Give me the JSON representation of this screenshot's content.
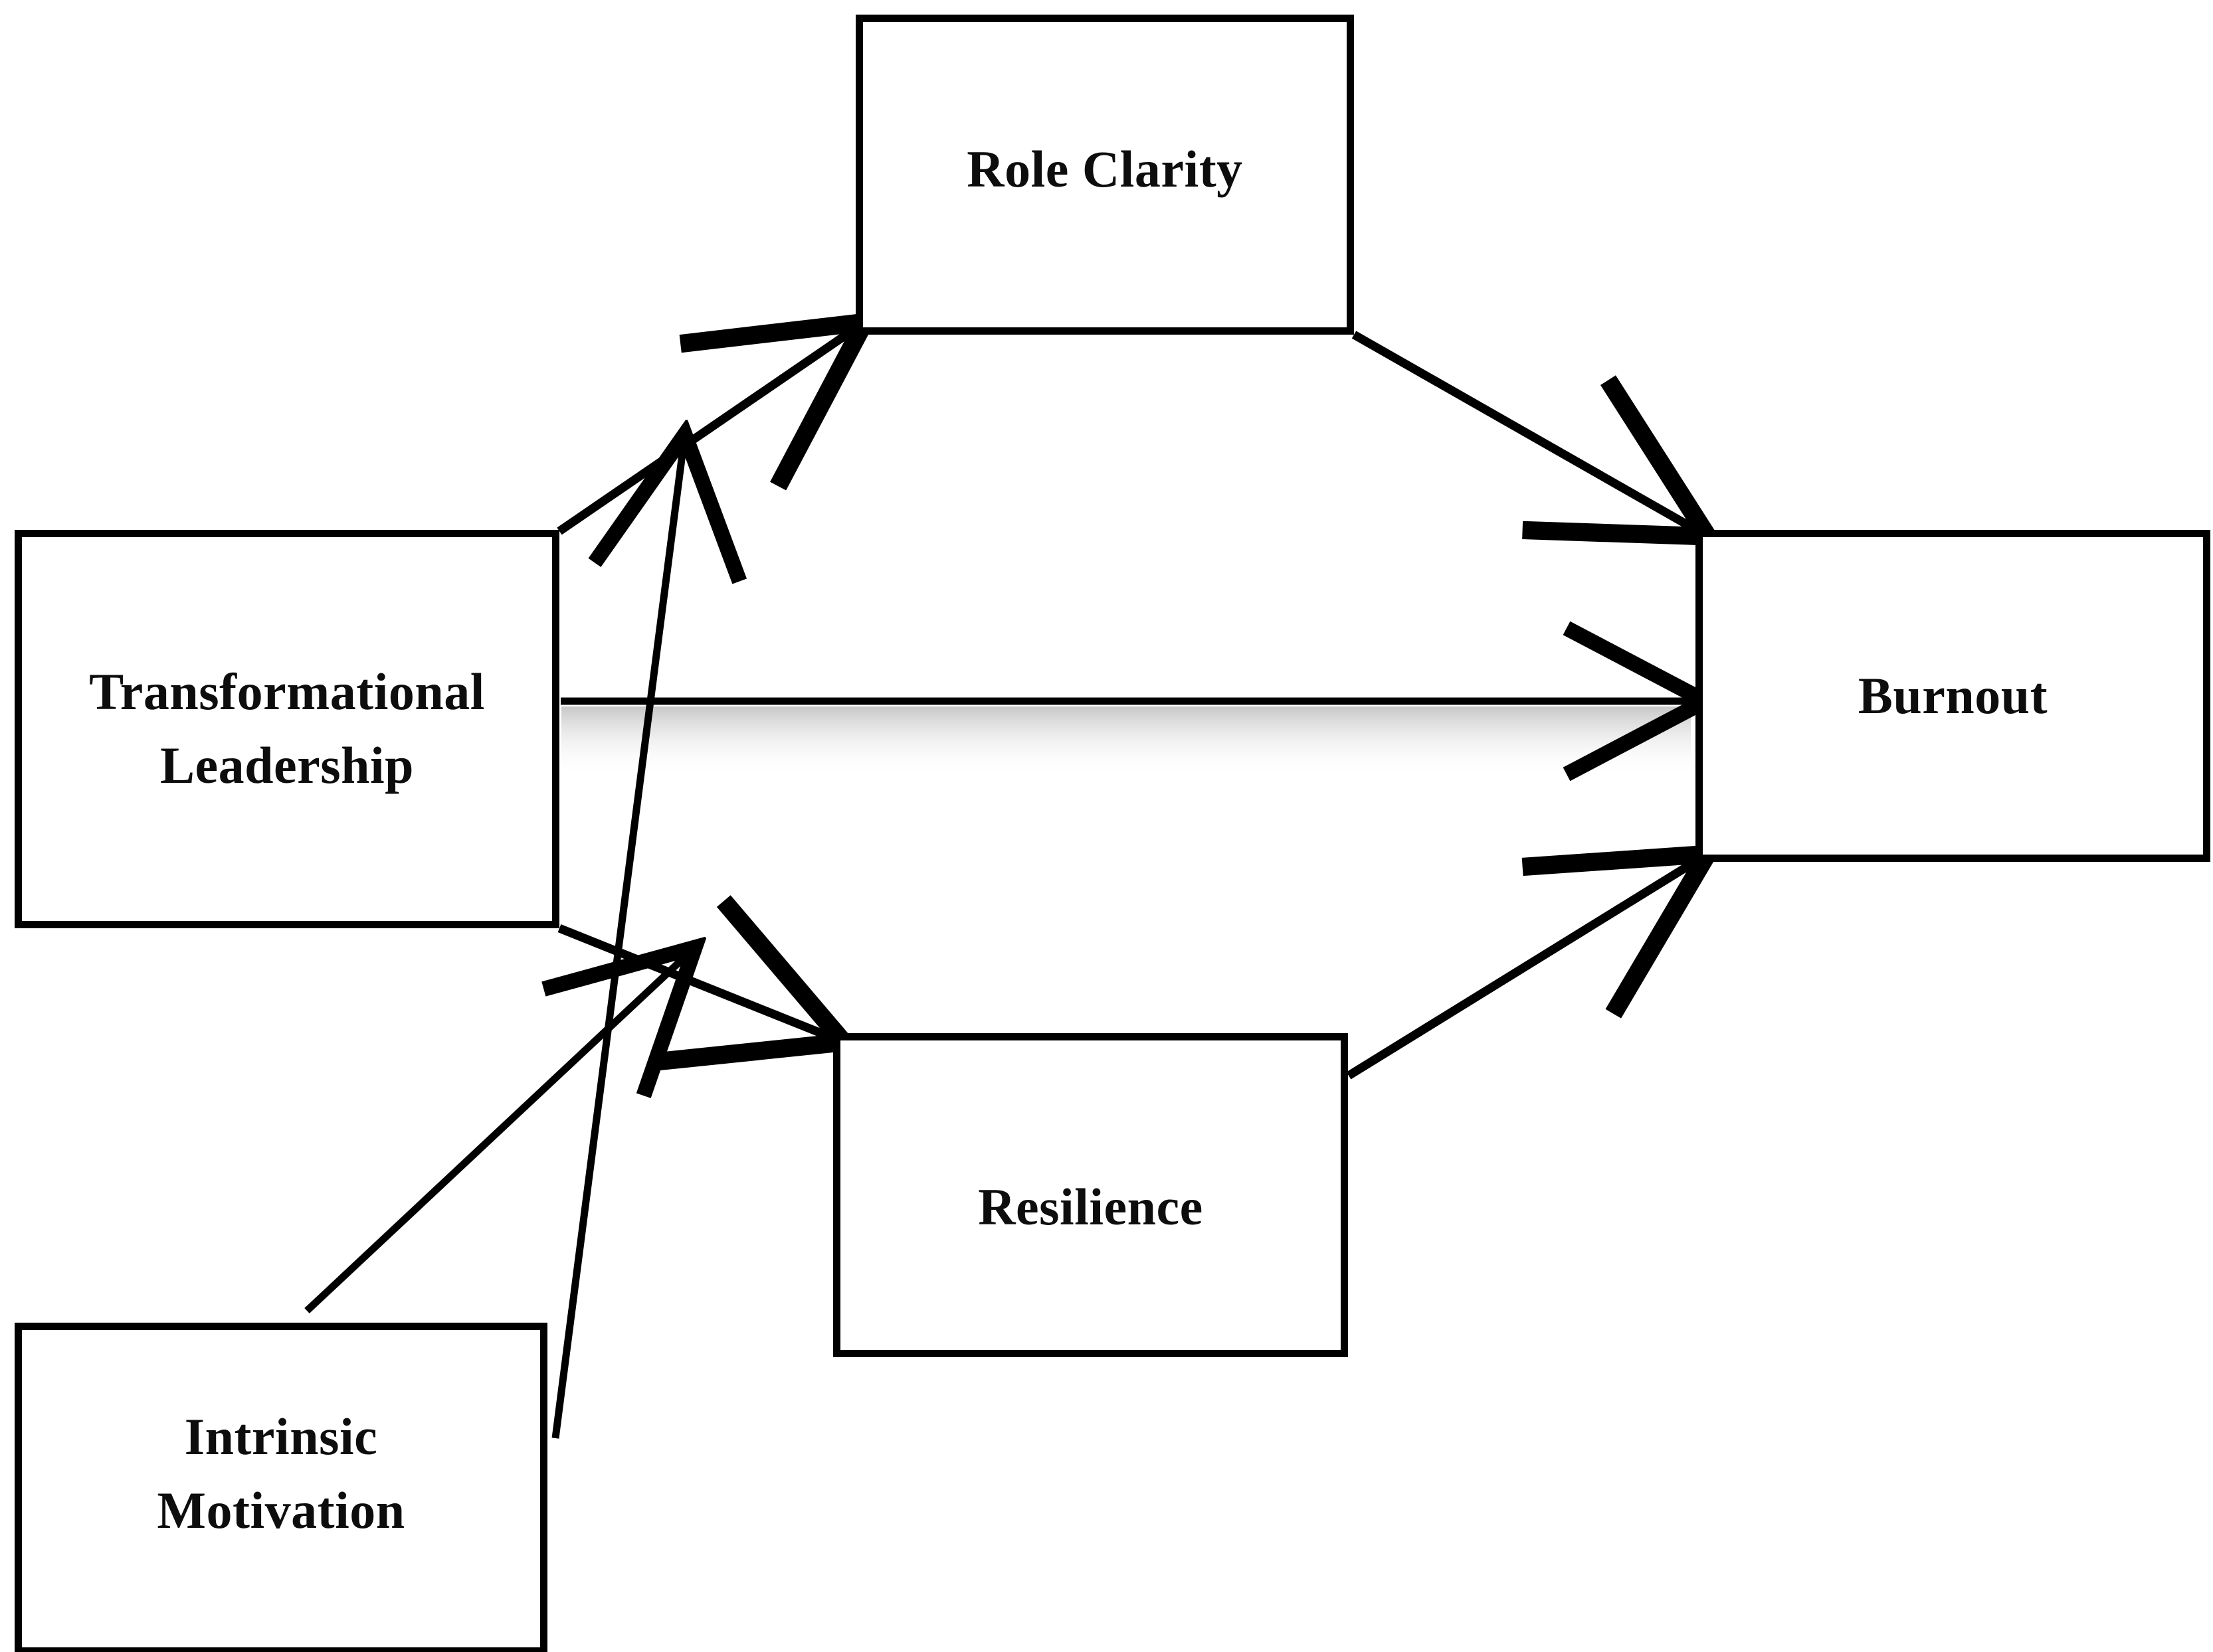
{
  "diagram": {
    "type": "conceptual-model",
    "title": "",
    "background_color": "#ffffff",
    "line_color": "#000000",
    "text_color": "#0d0d0d",
    "nodes": [
      {
        "id": "transformational_leadership",
        "label": "Transformational\nLeadership"
      },
      {
        "id": "role_clarity",
        "label": "Role Clarity"
      },
      {
        "id": "resilience",
        "label": "Resilience"
      },
      {
        "id": "burnout",
        "label": "Burnout"
      },
      {
        "id": "intrinsic_motivation",
        "label": "Intrinsic\nMotivation"
      }
    ],
    "edges": [
      {
        "from": "transformational_leadership",
        "to": "role_clarity",
        "style": "solid-arrow"
      },
      {
        "from": "transformational_leadership",
        "to": "resilience",
        "style": "solid-arrow"
      },
      {
        "from": "transformational_leadership",
        "to": "burnout",
        "style": "solid-arrow"
      },
      {
        "from": "role_clarity",
        "to": "burnout",
        "style": "solid-arrow"
      },
      {
        "from": "resilience",
        "to": "burnout",
        "style": "solid-arrow"
      },
      {
        "from": "intrinsic_motivation",
        "to": "transformational_leadership-role_clarity-path",
        "style": "solid-arrow-moderator"
      },
      {
        "from": "intrinsic_motivation",
        "to": "transformational_leadership-resilience-path",
        "style": "solid-arrow-moderator"
      }
    ]
  }
}
